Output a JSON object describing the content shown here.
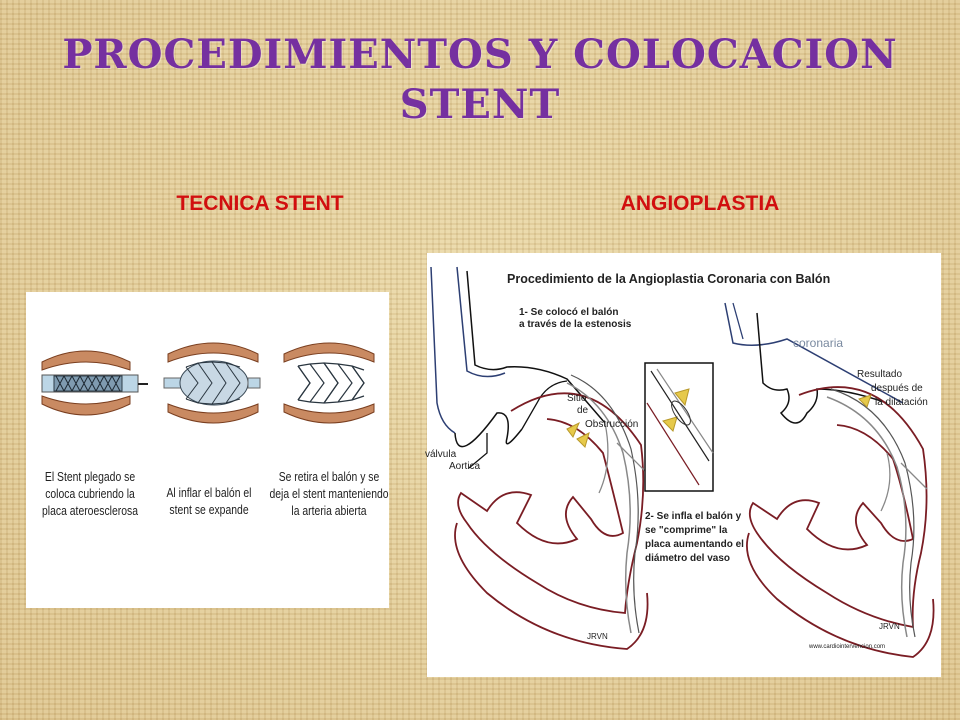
{
  "slide": {
    "title_line1": "PROCEDIMIENTOS Y COLOCACION",
    "title_line2": "STENT",
    "left_heading": "TECNICA  STENT",
    "right_heading": "ANGIOPLASTIA"
  },
  "stent_figure": {
    "captions": [
      "El Stent plegado se coloca cubriendo la placa ateroesclerosa",
      "Al inflar el balón el stent se expande",
      "Se retira el balón y se deja el stent manteniendo la arteria abierta"
    ]
  },
  "angio_figure": {
    "title": "Procedimiento de la Angioplastia Coronaria con Balón",
    "step1_line1": "1- Se colocó el balón",
    "step1_line2": "a través de la estenosis",
    "sitio_line1": "Sitio",
    "sitio_line2": "de",
    "sitio_line3": "Obstrucción",
    "valvula_line1": "válvula",
    "valvula_line2": "Aortica",
    "step2_line1": "2- Se infla el balón y",
    "step2_line2": "se \"comprime\" la",
    "step2_line3": "placa aumentando el",
    "step2_line4": "diámetro del vaso",
    "coronaria": "coronaria",
    "resultado_line1": "Resultado",
    "resultado_line2": "después de",
    "resultado_line3": "la dilatación",
    "signature_left": "JRVN",
    "signature_right": "JRVN",
    "website": "www.cardiointervencion.com"
  }
}
